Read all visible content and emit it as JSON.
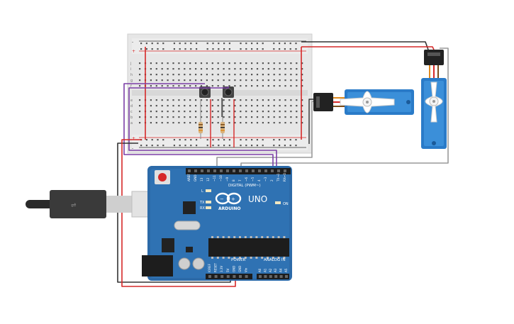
{
  "board": {
    "model": "UNO",
    "brand": "ARDUINO",
    "digital_label": "DIGITAL (PWM~)",
    "power_label": "POWER",
    "analog_label": "ANALOG IN",
    "on_label": "ON",
    "led_l": "L",
    "led_tx": "TX",
    "led_rx": "RX",
    "digital_pins": [
      "AREF",
      "GND",
      "13",
      "12",
      "~11",
      "~10",
      "~9",
      "8",
      "7",
      "~6",
      "~5",
      "4",
      "~3",
      "2",
      "TX→1",
      "RX←0"
    ],
    "power_pins": [
      "IOREF",
      "RESET",
      "3.3V",
      "5V",
      "GND",
      "GND",
      "Vin"
    ],
    "analog_pins": [
      "A0",
      "A1",
      "A2",
      "A3",
      "A4",
      "A5"
    ]
  },
  "breadboard": {
    "row_letters_top": [
      "j",
      "i",
      "h",
      "g",
      "f"
    ],
    "row_letters_bottom": [
      "e",
      "d",
      "c",
      "b",
      "a"
    ],
    "rail_plus": "+",
    "rail_minus": "-"
  },
  "colors": {
    "board_blue": "#2c6aa8",
    "wire_red": "#d62828",
    "wire_black": "#333333",
    "wire_purple": "#7b3fa6",
    "wire_gray": "#9a9a9a",
    "servo_blue": "#2a7bc8"
  }
}
